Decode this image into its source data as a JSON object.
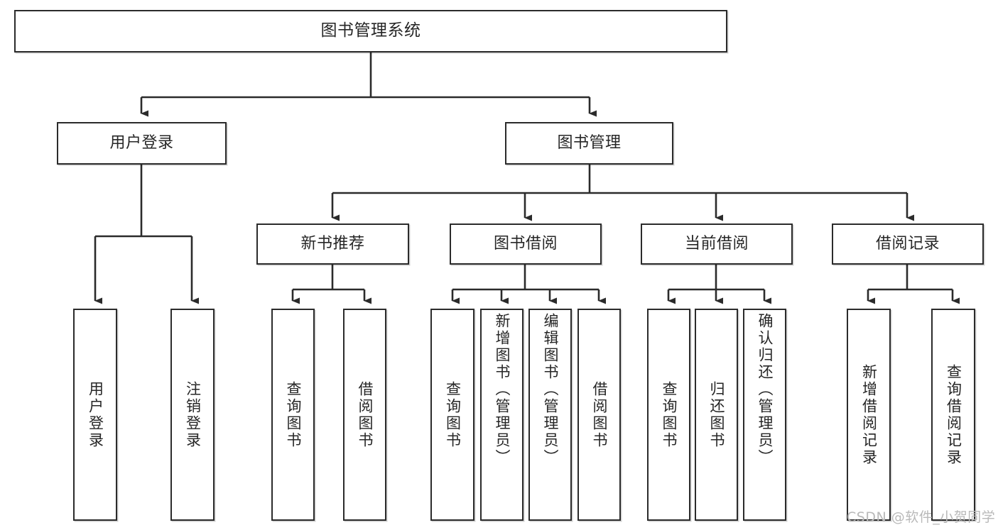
{
  "diagram": {
    "type": "tree-hierarchy",
    "title": "图书管理系统",
    "orientation": "top-down",
    "colors": {
      "box_border": "#2b2b2b",
      "box_fill": "#ffffff",
      "connector": "#2b2b2b",
      "text": "#262626",
      "watermark": "#b9b9b9",
      "background": "#ffffff"
    }
  },
  "root": {
    "label": "图书管理系统"
  },
  "level1": [
    {
      "label": "用户登录"
    },
    {
      "label": "图书管理"
    }
  ],
  "level2": [
    {
      "label": "新书推荐"
    },
    {
      "label": "图书借阅"
    },
    {
      "label": "当前借阅"
    },
    {
      "label": "借阅记录"
    }
  ],
  "leaves": {
    "user_login": [
      {
        "label": "用户登录"
      },
      {
        "label": "注销登录"
      }
    ],
    "new_book": [
      {
        "label": "查询图书"
      },
      {
        "label": "借阅图书"
      }
    ],
    "book_borrow": [
      {
        "label": "查询图书"
      },
      {
        "label": "新增图书（管理员）"
      },
      {
        "label": "编辑图书（管理员）"
      },
      {
        "label": "借阅图书"
      }
    ],
    "current_borrow": [
      {
        "label": "查询图书"
      },
      {
        "label": "归还图书"
      },
      {
        "label": "确认归还（管理员）"
      }
    ],
    "borrow_record": [
      {
        "label": "新增借阅记录"
      },
      {
        "label": "查询借阅记录"
      }
    ]
  },
  "watermark": {
    "text": "CSDN @软件_小贺同学"
  }
}
